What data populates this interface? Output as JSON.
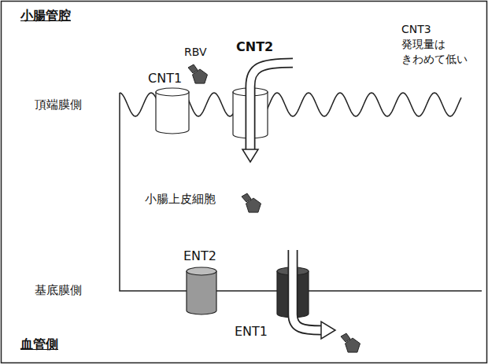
{
  "diagram": {
    "nodes": [
      {
        "text": [
          "CNT1"
        ]
      },
      {
        "text": [
          "CNT2"
        ]
      },
      {
        "text": [
          "ENT2"
        ]
      },
      {
        "text": [
          "ENT1"
        ]
      }
    ],
    "labels": [
      "小腸管腔",
      "RBV",
      "CNT3 発現量は きわめて低い",
      "頂端膜側",
      "小腸上皮細胞",
      "基底膜側",
      "血管側"
    ]
  }
}
